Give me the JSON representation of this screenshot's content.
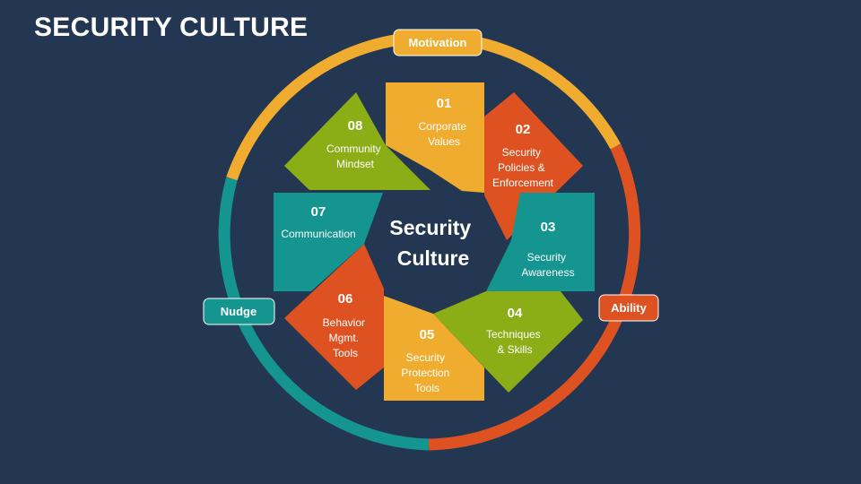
{
  "title": "SECURITY CULTURE",
  "center": {
    "line1": "Security",
    "line2": "Culture"
  },
  "badges": {
    "motivation": "Motivation",
    "ability": "Ability",
    "nudge": "Nudge"
  },
  "segments": [
    {
      "num": "01",
      "lines": [
        "Corporate",
        "Values"
      ]
    },
    {
      "num": "02",
      "lines": [
        "Security",
        "Policies &",
        "Enforcement"
      ]
    },
    {
      "num": "03",
      "lines": [
        "Security",
        "Awareness"
      ]
    },
    {
      "num": "04",
      "lines": [
        "Techniques",
        "& Skills"
      ]
    },
    {
      "num": "05",
      "lines": [
        "Security",
        "Protection",
        "Tools"
      ]
    },
    {
      "num": "06",
      "lines": [
        "Behavior",
        "Mgmt.",
        "Tools"
      ]
    },
    {
      "num": "07",
      "lines": [
        "Communication"
      ]
    },
    {
      "num": "08",
      "lines": [
        "Community",
        "Mindset"
      ]
    }
  ],
  "colors": {
    "background": "#243752",
    "yellow": "#F0AC2E",
    "orange": "#DE5221",
    "teal": "#14958F",
    "green": "#8BAE16"
  }
}
